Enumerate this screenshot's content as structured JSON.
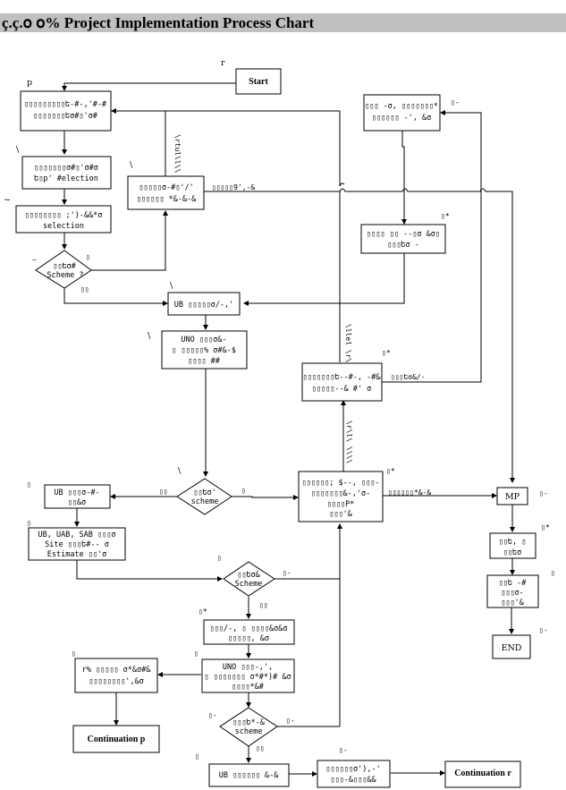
{
  "title": "ç.ç.օ օ% Project Implementation Process Chart",
  "nodes": {
    "start": {
      "label": "Start",
      "step": "r"
    },
    "n1": {
      "line1": "▯▯▯▯▯▯▯▯▯Ե-#-,'#-#",
      "line2": "▯▯▯▯▯▯▯Եσ#▯'σ#",
      "step": "p"
    },
    "n2": {
      "line1": "▯▯▯▯▯▯▯σ#▯'σ#σ",
      "line2": "Ե▯p' #election",
      "step": "\\"
    },
    "n3": {
      "line1": "▯▯▯▯▯▯▯▯ ;')-&&*σ",
      "line2": "selection",
      "step": "~"
    },
    "d1": {
      "line1": "▯▯Եσ#",
      "line2": "Scheme ?",
      "step": "–",
      "yes": "▯",
      "no": "▯▯"
    },
    "n4": {
      "line1": "▯▯▯▯▯σ-#▯'/'",
      "line2": "▯▯▯▯▯▯ *&-&-&",
      "step": "\\",
      "edge_out": "▯▯▯▯▯9',-&",
      "edge_up": "\\rtul\\l\\\\"
    },
    "n5": {
      "line1": "▯▯▯ -σ, ▯▯▯▯▯▯▯*",
      "line2": "▯▯▯▯▯▯ -', &σ",
      "step": "▯-"
    },
    "n6": {
      "line1": "▯▯▯▯ ▯▯ --▯σ &σ▯",
      "line2": "▯▯▯Եσ -",
      "step": "▯*"
    },
    "n7": {
      "label": "UB ▯▯▯▯▯σ/-,'",
      "step": "\\"
    },
    "n8": {
      "line1": "UNO ▯▯▯σ&-",
      "line2": "▯ ▯▯▯▯▯% σ#&-$",
      "line3": "▯▯▯▯ ##",
      "step": "\\"
    },
    "n9": {
      "line1": "▯▯▯▯▯▯▯Ե--#-, -#&",
      "line2": "▯▯▯▯▯--& #' σ",
      "step": "▯*",
      "edge_out": "▯▯▯Եσ&/-",
      "edge_up": "\\llel \\r\\"
    },
    "d2": {
      "line1": "▯▯Եσ'",
      "line2": "scheme",
      "step": "\\",
      "yes": "▯▯",
      "no": "▯"
    },
    "n10": {
      "line1": "▯▯▯▯▯▯; $--, ▯▯▯-",
      "line2": "▯▯▯▯▯▯▯&-,'σ-",
      "line3": "▯▯▯▯P*",
      "line4": "▯▯▯'&",
      "step": "▯*",
      "edge_out": "▯▯▯▯▯▯*&-&",
      "edge_up": "\\r\\l\\ \\\\\\\\"
    },
    "n11": {
      "line1": "UB ▯▯▯σ-#-",
      "line2": "▯▯&σ",
      "step": "▯"
    },
    "n12": {
      "line1": "UB, UAB, SAB ▯▯▯σ",
      "line2": "Site ▯▯▯Ե#-- σ",
      "line3": "Estimate ▯▯'σ",
      "step": "▯"
    },
    "d3": {
      "line1": "▯▯Եσ&",
      "line2": "Scheme",
      "step": "▯",
      "yes": "▯▯",
      "no": "▯-"
    },
    "n13": {
      "line1": "▯▯▯/-, ▯ ▯▯▯▯&σ&σ",
      "line2": "▯▯▯▯▯, &σ",
      "step": "▯*"
    },
    "n14": {
      "line1": "UNO ▯▯▯-,',",
      "line2": "▯ ▯▯▯▯▯▯▯ σ*#*)# &σ",
      "line3": "▯▯▯▯*&#",
      "step": "▯"
    },
    "n15": {
      "line1": "r% ▯▯▯▯▯ σ*&σ#&",
      "line2": "▯▯▯▯▯▯▯▯',&σ",
      "step": "▯"
    },
    "cont_p": {
      "label": "Continuation p"
    },
    "d4": {
      "line1": "▯▯▯Ե*-&",
      "line2": "scheme",
      "step": "▯-",
      "yes": "▯▯",
      "no": "▯-"
    },
    "n16": {
      "label": "UB ▯▯▯▯▯▯ &-&",
      "step": "▯"
    },
    "n17": {
      "line1": "▯▯▯▯▯▯σ'),-'",
      "line2": "▯▯▯-&▯▯▯&&",
      "step": "▯-"
    },
    "cont_r": {
      "label": "Continuation r"
    },
    "mp": {
      "label": "MP",
      "step": "▯-"
    },
    "n18": {
      "line1": "▯▯Ե, ▯",
      "line2": "▯▯Եσ",
      "step": "▯*"
    },
    "n19": {
      "line1": "▯▯Ե -#",
      "line2": "▯▯▯σ-",
      "line3": "▯▯▯'&",
      "step": "▯"
    },
    "end": {
      "label": "END",
      "step": "▯-"
    }
  }
}
